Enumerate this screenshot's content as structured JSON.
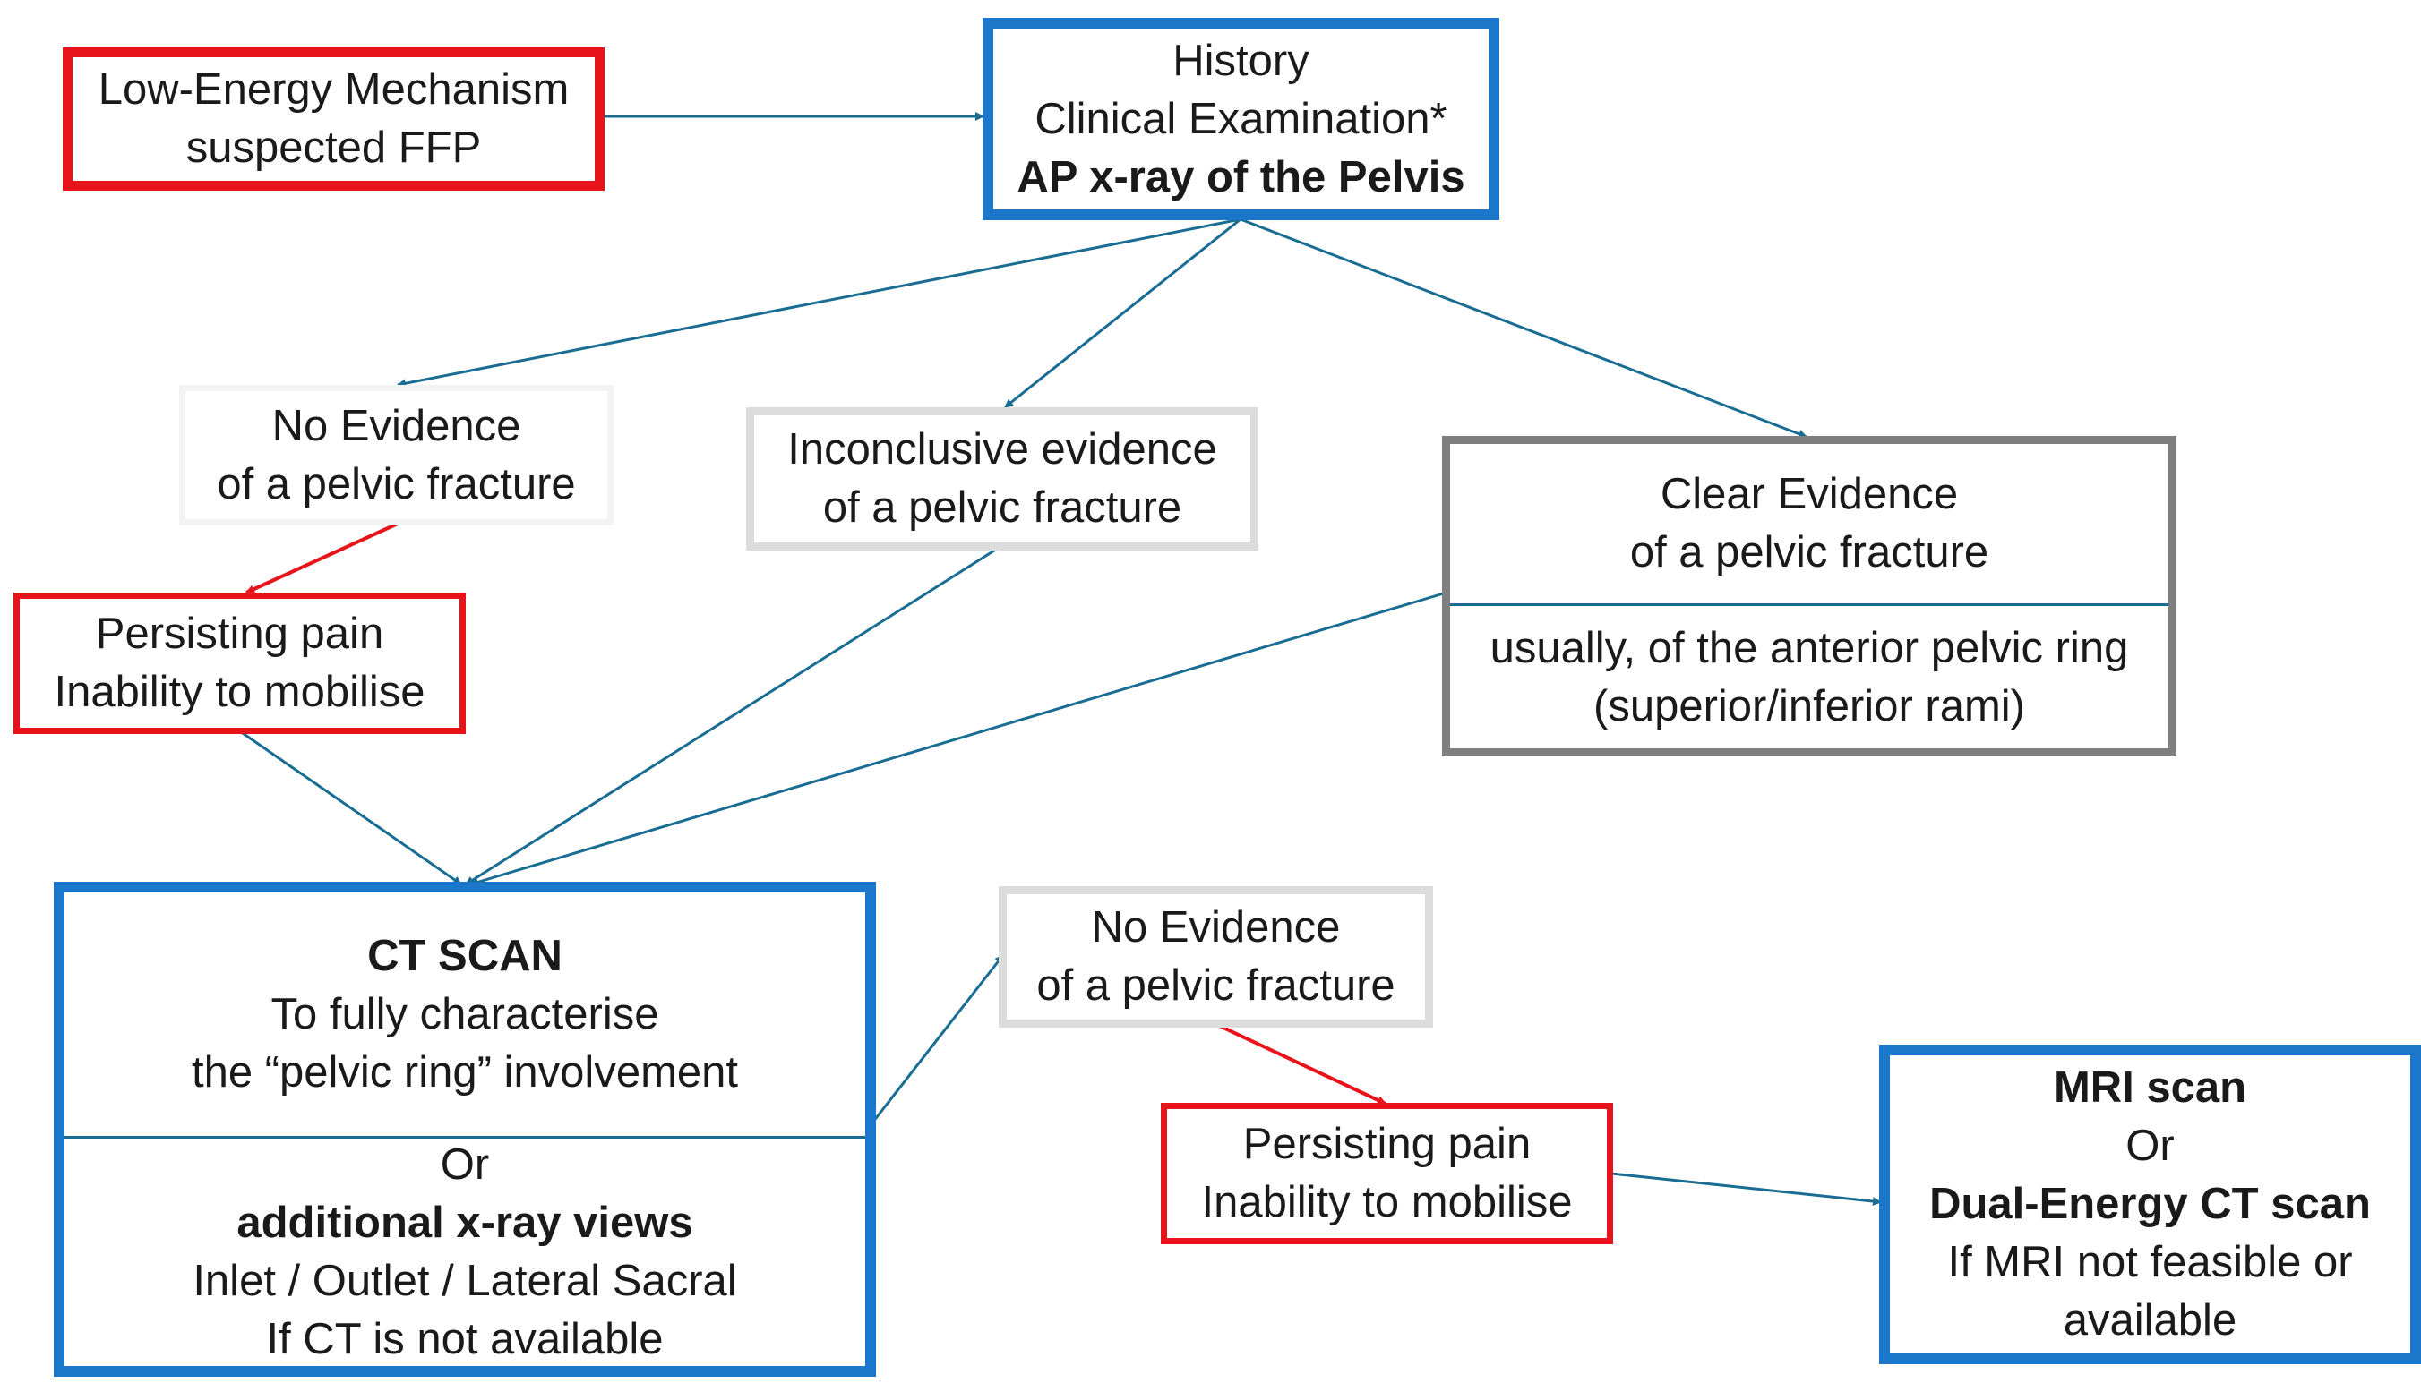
{
  "boxes": {
    "low_energy": {
      "lines": [
        "Low-Energy Mechanism",
        "suspected FFP"
      ]
    },
    "history": {
      "lines": [
        "History",
        "Clinical Examination*",
        "AP x-ray of the Pelvis"
      ]
    },
    "no_evidence_1": {
      "lines": [
        "No Evidence",
        "of a pelvic fracture"
      ]
    },
    "inconclusive": {
      "lines": [
        "Inconclusive evidence",
        "of a pelvic fracture"
      ]
    },
    "clear_evidence": {
      "top": [
        "Clear Evidence",
        "of a pelvic fracture"
      ],
      "bottom": [
        "usually, of the anterior pelvic ring",
        "(superior/inferior rami)"
      ]
    },
    "persisting_1": {
      "lines": [
        "Persisting pain",
        "Inability to mobilise"
      ]
    },
    "ct_scan": {
      "top": [
        "CT SCAN",
        "To fully characterise",
        "the “pelvic ring” involvement"
      ],
      "bottom": [
        "Or",
        "additional x-ray views",
        "Inlet / Outlet / Lateral Sacral",
        "If CT is not available"
      ]
    },
    "no_evidence_2": {
      "lines": [
        "No Evidence",
        "of a pelvic fracture"
      ]
    },
    "persisting_2": {
      "lines": [
        "Persisting pain",
        "Inability to mobilise"
      ]
    },
    "mri": {
      "lines": [
        "MRI scan",
        "Or",
        "Dual-Energy CT scan",
        "If MRI not feasible or",
        "available"
      ]
    }
  },
  "colors": {
    "accent_blue": "#1b77c9",
    "alert_red": "#e8141b",
    "arrow_teal": "#1a6d92",
    "border_gray": "#7f7f7f"
  }
}
